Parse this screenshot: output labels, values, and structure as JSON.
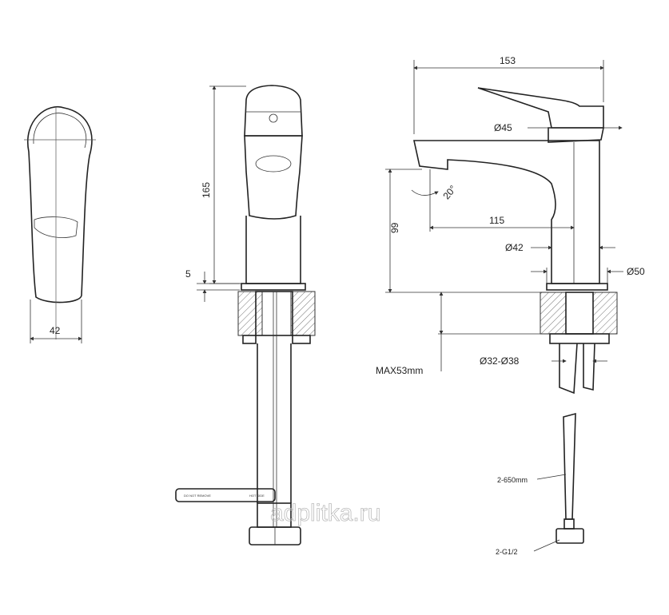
{
  "side_view": {
    "width_label": "42"
  },
  "front_view": {
    "height_label": "165",
    "base_label": "5",
    "tag_left": "DO NOT REMOVE",
    "tag_right": "HOT SIDE"
  },
  "profile_view": {
    "total_length": "153",
    "lever_dia": "Ø45",
    "angle": "20°",
    "spout_reach": "115",
    "spout_height": "99",
    "body_dia": "Ø42",
    "base_dia": "Ø50",
    "max_thickness": "MAX53mm",
    "hole_dia": "Ø32-Ø38",
    "hose_length": "2-650mm",
    "hose_thread": "2-G1/2"
  },
  "watermark": "adplitka.ru"
}
